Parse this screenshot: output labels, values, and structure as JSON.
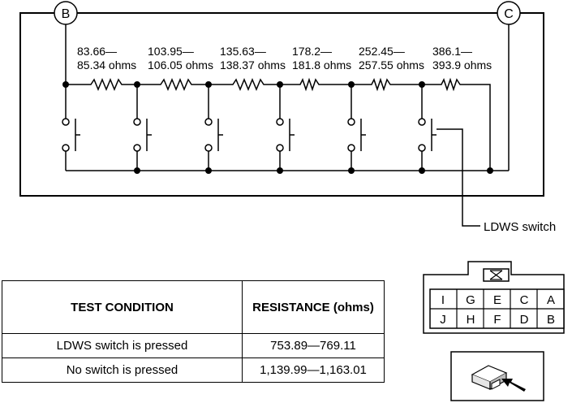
{
  "diagram": {
    "terminal_b": "B",
    "terminal_c": "C",
    "resistors": [
      {
        "low": "83.66—",
        "high": "85.34 ohms"
      },
      {
        "low": "103.95—",
        "high": "106.05 ohms"
      },
      {
        "low": "135.63—",
        "high": "138.37 ohms"
      },
      {
        "low": "178.2—",
        "high": "181.8 ohms"
      },
      {
        "low": "252.45—",
        "high": "257.55 ohms"
      },
      {
        "low": "386.1—",
        "high": "393.9 ohms"
      }
    ],
    "switch_label": "LDWS switch"
  },
  "table": {
    "headers": [
      "TEST CONDITION",
      "RESISTANCE (ohms)"
    ],
    "rows": [
      [
        "LDWS switch is pressed",
        "753.89—769.11"
      ],
      [
        "No switch is pressed",
        "1,139.99—1,163.01"
      ]
    ]
  },
  "connector": {
    "top_row": [
      "I",
      "G",
      "E",
      "C",
      "A"
    ],
    "bottom_row": [
      "J",
      "H",
      "F",
      "D",
      "B"
    ]
  }
}
